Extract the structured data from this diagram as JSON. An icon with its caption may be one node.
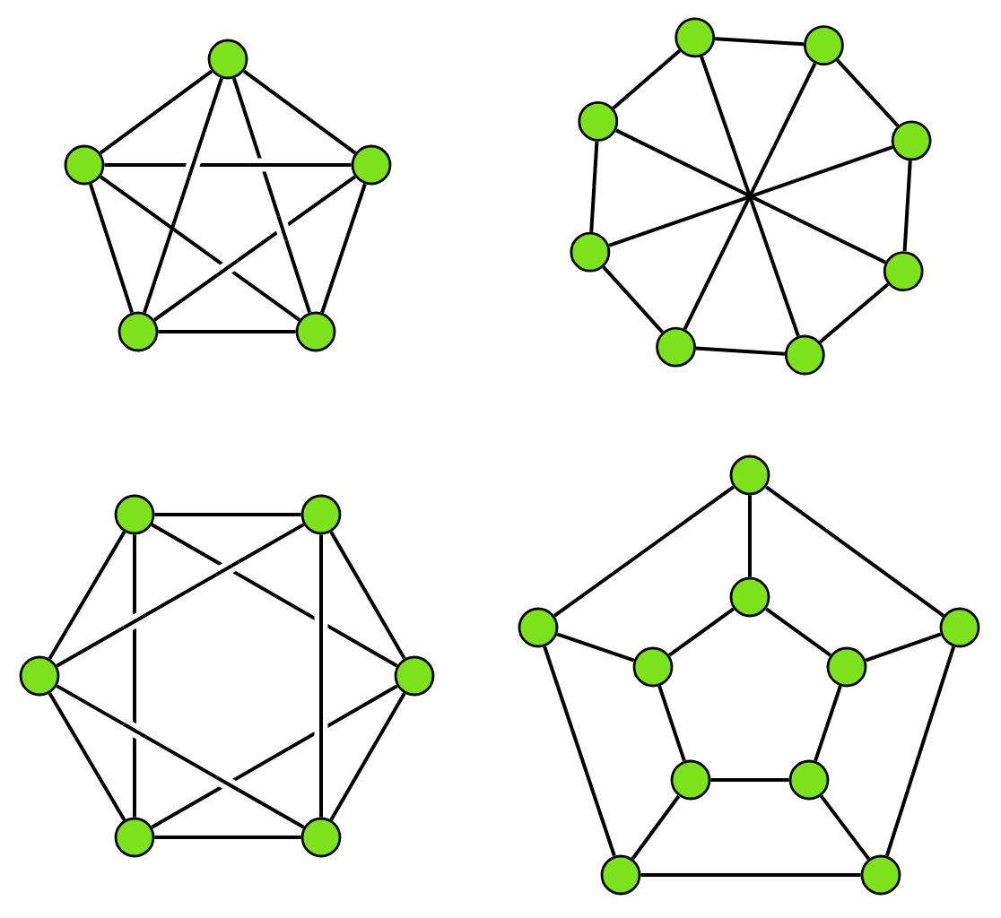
{
  "diagram": {
    "nodes": [
      {
        "text": [],
        "shape": "circle"
      },
      {
        "text": [],
        "shape": "circle"
      },
      {
        "text": [],
        "shape": "circle"
      },
      {
        "text": [],
        "shape": "circle"
      },
      {
        "text": [],
        "shape": "circle"
      },
      {
        "text": [],
        "shape": "circle"
      },
      {
        "text": [],
        "shape": "circle"
      },
      {
        "text": [],
        "shape": "circle"
      },
      {
        "text": [],
        "shape": "circle"
      },
      {
        "text": [],
        "shape": "circle"
      },
      {
        "text": [],
        "shape": "circle"
      },
      {
        "text": [],
        "shape": "circle"
      },
      {
        "text": [],
        "shape": "circle"
      },
      {
        "text": [],
        "shape": "circle"
      },
      {
        "text": [],
        "shape": "circle"
      },
      {
        "text": [],
        "shape": "circle"
      },
      {
        "text": [],
        "shape": "circle"
      },
      {
        "text": [],
        "shape": "circle"
      },
      {
        "text": [],
        "shape": "circle"
      },
      {
        "text": [],
        "shape": "circle"
      },
      {
        "text": [],
        "shape": "circle"
      },
      {
        "text": [],
        "shape": "circle"
      },
      {
        "text": [],
        "shape": "circle"
      },
      {
        "text": [],
        "shape": "circle"
      },
      {
        "text": [],
        "shape": "circle"
      },
      {
        "text": [],
        "shape": "circle"
      },
      {
        "text": [],
        "shape": "circle"
      },
      {
        "text": [],
        "shape": "circle"
      },
      {
        "text": [],
        "shape": "circle"
      }
    ],
    "edges": [
      {
        "from": 0,
        "to": 1,
        "arrow": "none"
      },
      {
        "from": 0,
        "to": 2,
        "arrow": "none"
      },
      {
        "from": 1,
        "to": 3,
        "arrow": "none"
      },
      {
        "from": 2,
        "to": 4,
        "arrow": "none"
      },
      {
        "from": 3,
        "to": 4,
        "arrow": "none"
      },
      {
        "from": 0,
        "to": 3,
        "arrow": "none"
      },
      {
        "from": 0,
        "to": 4,
        "arrow": "none"
      },
      {
        "from": 1,
        "to": 2,
        "arrow": "none"
      },
      {
        "from": 1,
        "to": 4,
        "arrow": "none"
      },
      {
        "from": 2,
        "to": 3,
        "arrow": "none"
      },
      {
        "from": 5,
        "to": 6,
        "arrow": "none"
      },
      {
        "from": 6,
        "to": 8,
        "arrow": "none"
      },
      {
        "from": 8,
        "to": 10,
        "arrow": "none"
      },
      {
        "from": 10,
        "to": 12,
        "arrow": "none"
      },
      {
        "from": 12,
        "to": 11,
        "arrow": "none"
      },
      {
        "from": 11,
        "to": 9,
        "arrow": "none"
      },
      {
        "from": 9,
        "to": 7,
        "arrow": "none"
      },
      {
        "from": 7,
        "to": 5,
        "arrow": "none"
      },
      {
        "from": 5,
        "to": 12,
        "arrow": "none"
      },
      {
        "from": 6,
        "to": 11,
        "arrow": "none"
      },
      {
        "from": 7,
        "to": 10,
        "arrow": "none"
      },
      {
        "from": 8,
        "to": 9,
        "arrow": "none"
      },
      {
        "from": 13,
        "to": 14,
        "arrow": "none"
      },
      {
        "from": 14,
        "to": 16,
        "arrow": "none"
      },
      {
        "from": 16,
        "to": 18,
        "arrow": "none"
      },
      {
        "from": 18,
        "to": 17,
        "arrow": "none"
      },
      {
        "from": 17,
        "to": 15,
        "arrow": "none"
      },
      {
        "from": 15,
        "to": 13,
        "arrow": "none"
      },
      {
        "from": 13,
        "to": 17,
        "arrow": "none"
      },
      {
        "from": 14,
        "to": 18,
        "arrow": "none"
      },
      {
        "from": 15,
        "to": 14,
        "arrow": "none"
      },
      {
        "from": 15,
        "to": 18,
        "arrow": "none"
      },
      {
        "from": 13,
        "to": 16,
        "arrow": "none"
      },
      {
        "from": 17,
        "to": 16,
        "arrow": "none"
      },
      {
        "from": 19,
        "to": 20,
        "arrow": "none"
      },
      {
        "from": 19,
        "to": 21,
        "arrow": "none"
      },
      {
        "from": 20,
        "to": 27,
        "arrow": "none"
      },
      {
        "from": 21,
        "to": 28,
        "arrow": "none"
      },
      {
        "from": 27,
        "to": 28,
        "arrow": "none"
      },
      {
        "from": 22,
        "to": 23,
        "arrow": "none"
      },
      {
        "from": 22,
        "to": 24,
        "arrow": "none"
      },
      {
        "from": 23,
        "to": 25,
        "arrow": "none"
      },
      {
        "from": 24,
        "to": 26,
        "arrow": "none"
      },
      {
        "from": 25,
        "to": 26,
        "arrow": "none"
      },
      {
        "from": 19,
        "to": 22,
        "arrow": "none"
      },
      {
        "from": 20,
        "to": 23,
        "arrow": "none"
      },
      {
        "from": 21,
        "to": 24,
        "arrow": "none"
      },
      {
        "from": 25,
        "to": 27,
        "arrow": "none"
      },
      {
        "from": 26,
        "to": 28,
        "arrow": "none"
      }
    ]
  }
}
